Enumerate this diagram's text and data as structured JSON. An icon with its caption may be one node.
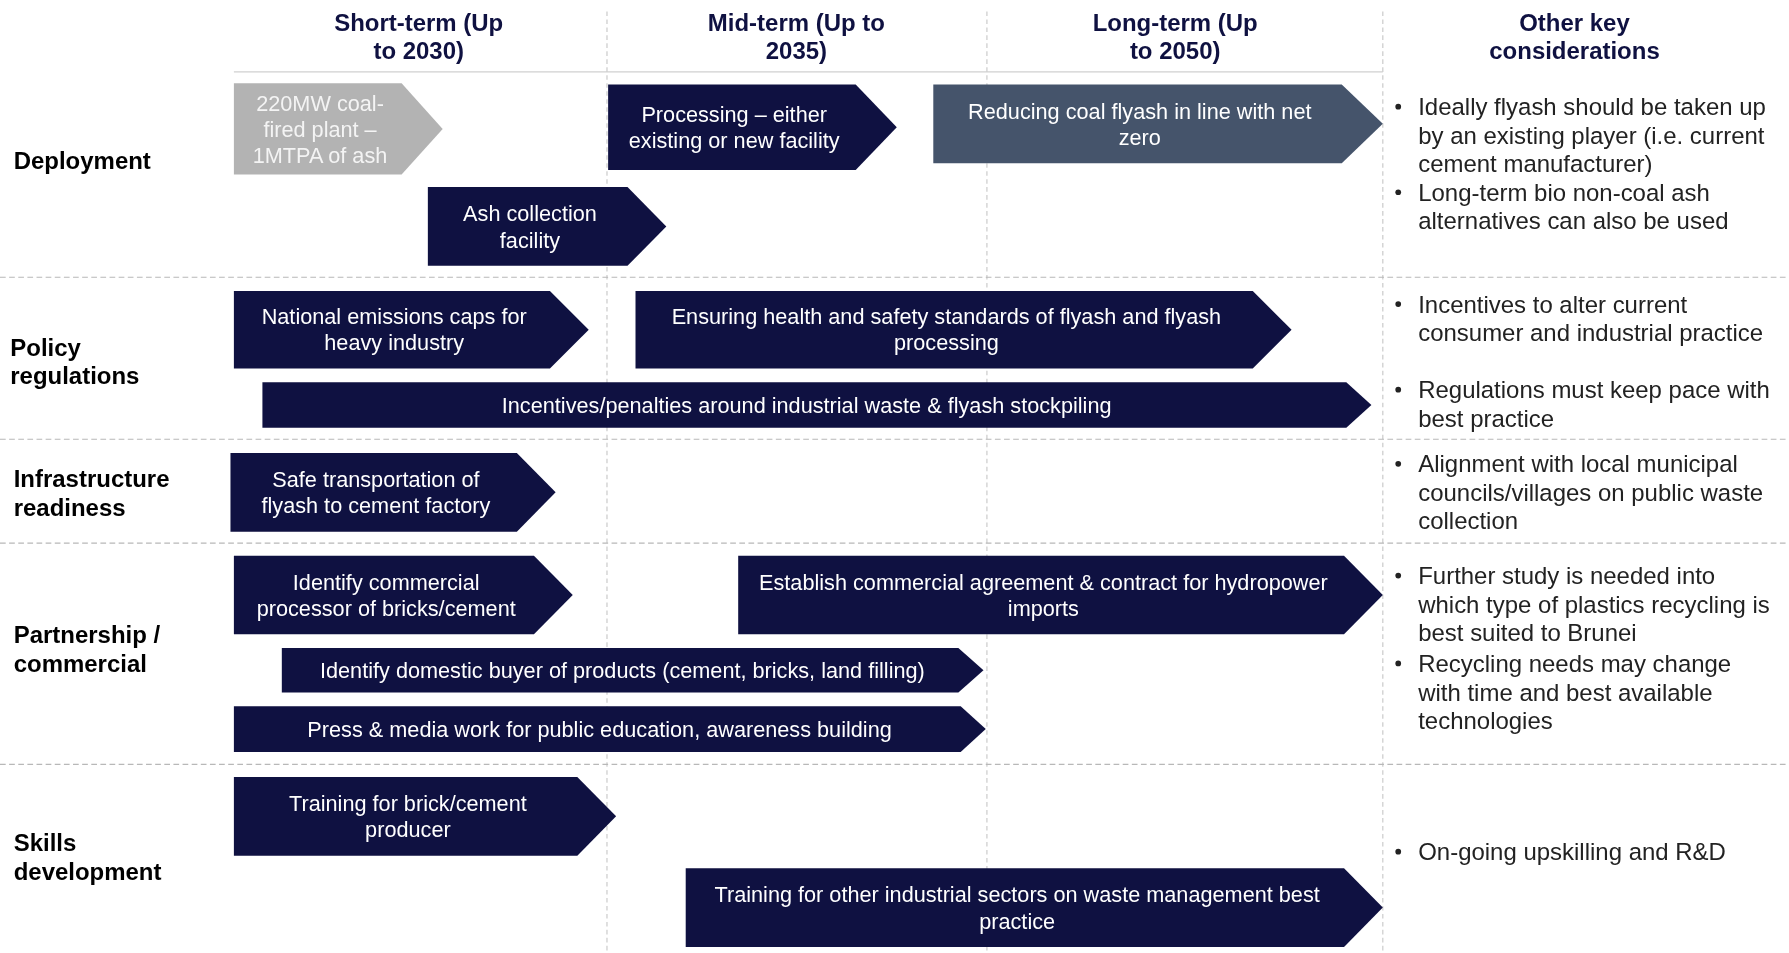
{
  "diagram": {
    "nodes": [
      {
        "text": [
          "220MW coal-fired plant – 1MTPA of ash"
        ]
      },
      {
        "text": [
          "Processing – either existing or new facility"
        ]
      },
      {
        "text": [
          "Reducing coal flyash in line with net zero"
        ]
      },
      {
        "text": [
          "Ash collection facility"
        ]
      },
      {
        "text": [
          "National emissions caps for heavy industry"
        ]
      },
      {
        "text": [
          "Ensuring health and safety standards of flyash and flyash processing"
        ]
      },
      {
        "text": [
          "Incentives/penalties around industrial waste & flyash stockpiling"
        ]
      },
      {
        "text": [
          "Safe transportation of flyash to cement factory"
        ]
      },
      {
        "text": [
          "Identify commercial processor of bricks/cement"
        ]
      },
      {
        "text": [
          "Establish commercial agreement & contract for hydropower imports"
        ]
      },
      {
        "text": [
          "Identify domestic buyer of products (cement, bricks, land filling)"
        ]
      },
      {
        "text": [
          "Press & media work for public education, awareness building"
        ]
      },
      {
        "text": [
          "Training for brick/cement producer"
        ]
      },
      {
        "text": [
          "Training for other industrial sectors on waste management best practice"
        ]
      }
    ],
    "labels": [
      "Short-term (Up to 2030)",
      "Mid-term (Up to 2035)",
      "Long-term (Up to 2050)",
      "Other key considerations",
      "Deployment",
      "Ideally flyash should be taken up by an existing player (i.e. current cement manufacturer)",
      "Long-term bio non-coal ash alternatives can also be used",
      "Policy regulations",
      "Incentives to alter current consumer and industrial practice",
      "Regulations must keep pace with best practice",
      "Infrastructure readiness",
      "Alignment with local municipal councils/villages on public waste collection",
      "Partnership / commercial",
      "Further study is needed into which type of plastics recycling is best suited to Brunei",
      "Recycling needs may change with time and best available technologies",
      "Skills development",
      "On-going upskilling and R&D"
    ]
  }
}
